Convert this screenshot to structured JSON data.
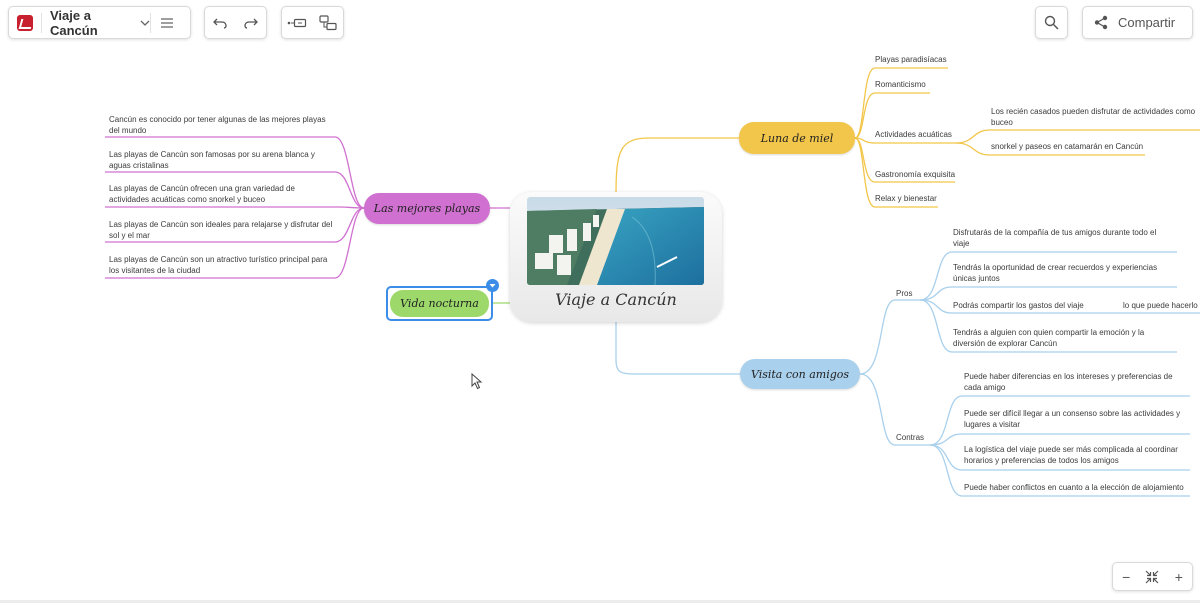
{
  "header": {
    "doc_title": "Viaje a Cancún",
    "share_label": "Compartir",
    "icons": [
      "app-logo-icon",
      "chevron-down-icon",
      "menu-icon",
      "undo-icon",
      "redo-icon",
      "add-subtopic-icon",
      "add-topic-icon",
      "search-icon",
      "share-icon"
    ]
  },
  "map": {
    "central": "Viaje a Cancún",
    "branches": {
      "luna": {
        "label": "Luna de miel",
        "color": "#f2c64a",
        "items": [
          "Playas paradisíacas",
          "Romanticismo",
          "Actividades acuáticas",
          "Gastronomía exquisita",
          "Relax y bienestar"
        ],
        "acuaticas": [
          "Los recién casados pueden disfrutar de actividades como buceo",
          "snorkel y paseos en catamarán en Cancún"
        ]
      },
      "playas": {
        "label": "Las mejores playas",
        "color": "#d070d0",
        "items": [
          "Cancún es conocido por tener algunas de las mejores playas del mundo",
          "Las playas de Cancún son famosas por su arena blanca y aguas cristalinas",
          "Las playas de Cancún ofrecen una gran variedad de actividades acuáticas como snorkel y buceo",
          "Las playas de Cancún son ideales para relajarse y disfrutar del sol y el mar",
          "Las playas de Cancún son un atractivo turístico principal para los visitantes de la ciudad"
        ]
      },
      "noche": {
        "label": "Vida nocturna",
        "color": "#9cd86a"
      },
      "amigos": {
        "label": "Visita con amigos",
        "color": "#a9d0ec",
        "pros_label": "Pros",
        "contras_label": "Contras",
        "pros": [
          "Disfrutarás de la compañía de tus amigos durante todo el viaje",
          "Tendrás la oportunidad de crear recuerdos y experiencias únicas juntos",
          "Podrás compartir los gastos del viaje",
          "Tendrás a alguien con quien compartir la emoción y la diversión de explorar Cancún"
        ],
        "pros_extra": "lo que puede hacerlo más económico",
        "contras": [
          "Puede haber diferencias en los intereses y preferencias de cada amigo",
          "Puede ser difícil llegar a un consenso sobre las actividades y lugares a visitar",
          "La logística del viaje puede ser más complicada al coordinar horarios y preferencias de todos los amigos",
          "Puede haber conflictos en cuanto a la elección de alojamiento"
        ]
      }
    }
  },
  "zoom": {
    "minus": "−",
    "plus": "+"
  }
}
